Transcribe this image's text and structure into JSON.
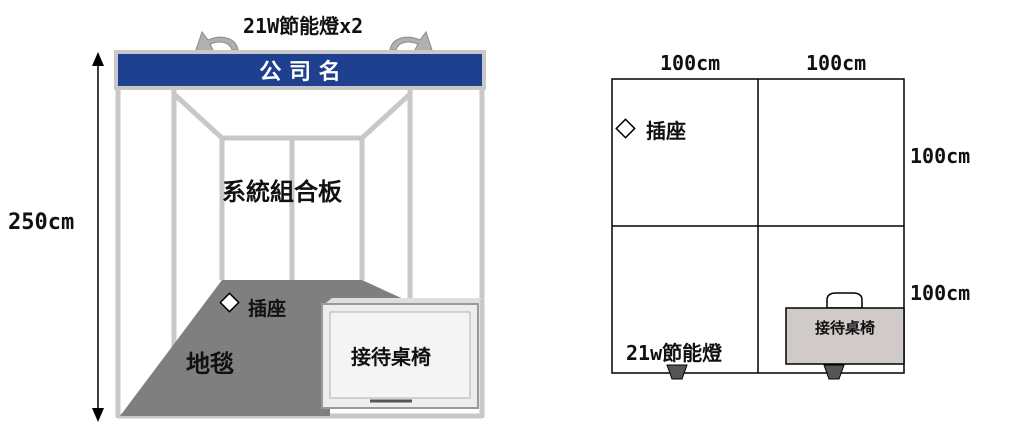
{
  "booth": {
    "lamp_label": "21W節能燈x2",
    "company_name": "公 司 名",
    "height_label": "250cm",
    "wall_label": "系統組合板",
    "socket_label": "插座",
    "carpet_label": "地毯",
    "table_label": "接待桌椅"
  },
  "plan": {
    "top_dims": [
      "100cm",
      "100cm"
    ],
    "right_dims": [
      "100cm",
      "100cm"
    ],
    "socket_label": "插座",
    "lamp_label": "21w節能燈",
    "table_label": "接待桌椅"
  },
  "colors": {
    "header_blue": "#1f3f8f",
    "carpet": "#7f7f7f",
    "wall_line": "#c8c8c8",
    "table_fill": "#d0cbc8"
  }
}
